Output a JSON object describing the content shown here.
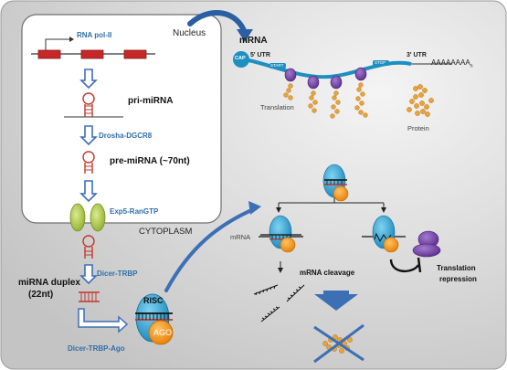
{
  "nucleus": {
    "title": "Nucleus",
    "rna_pol": "RNA pol-II",
    "pri_mirna": "pri-miRNA",
    "drosha": "Drosha-DGCR8",
    "pre_mirna": "pre-miRNA (~70nt)",
    "exp5": "Exp5-RanGTP"
  },
  "cytoplasm": {
    "title": "CYTOPLASM",
    "dicer_trbp": "Dicer-TRBP",
    "duplex_line1": "miRNA duplex",
    "duplex_line2": "(22nt)",
    "dicer_trbp_ago": "Dicer-TRBP-Ago",
    "risc": "RISC",
    "ago": "AGO"
  },
  "translation_panel": {
    "mrna": "mRNA",
    "utr5": "5' UTR",
    "utr3": "3' UTR",
    "cap": "CAP",
    "start": "START",
    "stop": "STOP",
    "polya": "AAAAAAAA",
    "polya_sub": "n",
    "translation": "Translation",
    "protein": "Protein"
  },
  "silencing": {
    "mrna": "mRNA",
    "cleavage": "mRNA cleavage",
    "repression_line1": "Translation",
    "repression_line2": "repression"
  },
  "colors": {
    "background": "#d6d6d6",
    "nucleus_fill": "#ffffff",
    "label_blue": "#2f6fa8",
    "arrow_blue": "#3d6fb5",
    "exon_red": "#c62828",
    "ago_orange": "#f7941d",
    "risc_cyan": "#29a3d6",
    "membrane_green": "#a6c43a",
    "ribosome_purple": "#6e3c9c",
    "bead_gold": "#e8a33a"
  }
}
